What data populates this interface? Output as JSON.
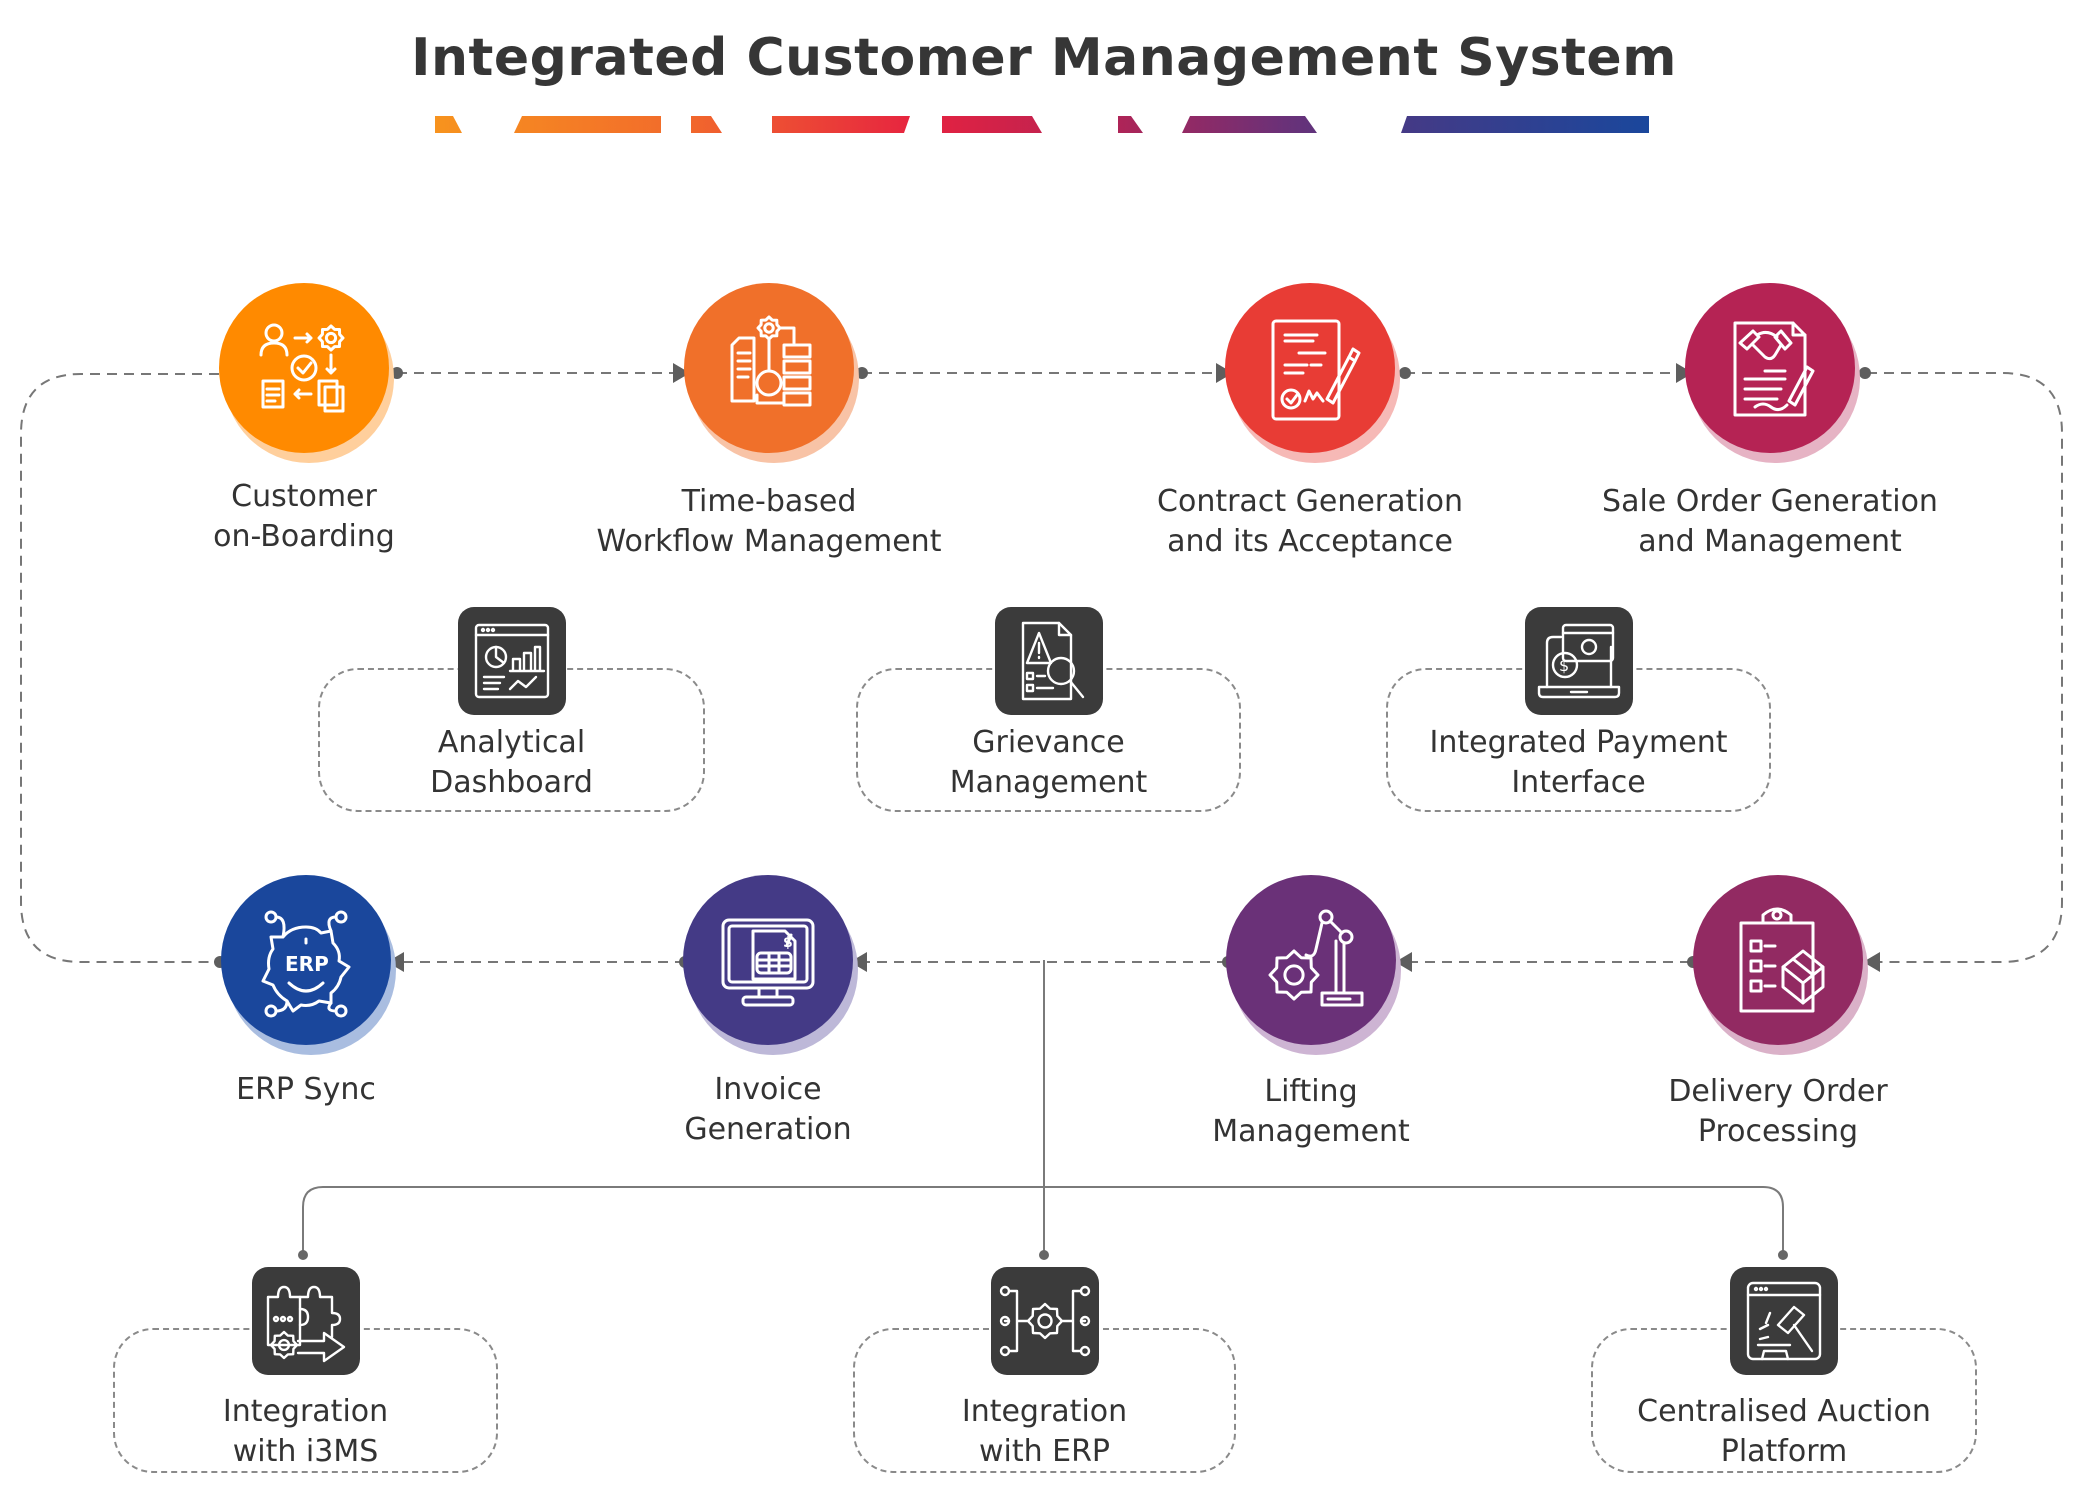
{
  "title": "Integrated Customer Management System",
  "title_bar_colors": [
    "#f7931e",
    "#f26b2b",
    "#e8334a",
    "#c0245d",
    "#8e2c6a",
    "#5a3580",
    "#1b4a9c"
  ],
  "process_nodes": [
    {
      "id": "customer-onboarding",
      "lines": [
        "Customer",
        "on-Boarding"
      ],
      "color": "#ff8a00",
      "shadow": "#ffcf9c",
      "icon": "onboarding-flow-icon"
    },
    {
      "id": "time-based-workflow",
      "lines": [
        "Time-based",
        "Workflow Management"
      ],
      "color": "#f0702a",
      "shadow": "#f8c3a6",
      "icon": "workflow-chart-icon"
    },
    {
      "id": "contract-generation",
      "lines": [
        "Contract Generation",
        "and its Acceptance"
      ],
      "color": "#e83c35",
      "shadow": "#f6b9b6",
      "icon": "signed-contract-icon"
    },
    {
      "id": "sale-order-generation",
      "lines": [
        "Sale Order Generation",
        "and Management"
      ],
      "color": "#b52354",
      "shadow": "#e6b3c4",
      "icon": "handshake-document-icon"
    },
    {
      "id": "delivery-order-processing",
      "lines": [
        "Delivery Order",
        "Processing"
      ],
      "color": "#922a62",
      "shadow": "#dab1c8",
      "icon": "clipboard-package-icon"
    },
    {
      "id": "lifting-management",
      "lines": [
        "Lifting",
        "Management"
      ],
      "color": "#6a3178",
      "shadow": "#cdb4d3",
      "icon": "robotic-arm-gear-icon"
    },
    {
      "id": "invoice-generation",
      "lines": [
        "Invoice",
        "Generation"
      ],
      "color": "#443a86",
      "shadow": "#bdb8d8",
      "icon": "monitor-invoice-icon"
    },
    {
      "id": "erp-sync",
      "lines": [
        "ERP Sync"
      ],
      "color": "#1a479c",
      "shadow": "#a9bde0",
      "icon": "erp-gear-icon"
    }
  ],
  "feature_boxes": [
    {
      "id": "analytical-dashboard",
      "lines": [
        "Analytical",
        "Dashboard"
      ],
      "icon": "dashboard-charts-icon"
    },
    {
      "id": "grievance-management",
      "lines": [
        "Grievance",
        "Management"
      ],
      "icon": "warning-document-search-icon"
    },
    {
      "id": "integrated-payment-interface",
      "lines": [
        "Integrated Payment",
        "Interface"
      ],
      "icon": "laptop-payment-icon"
    }
  ],
  "integration_boxes": [
    {
      "id": "integration-i3ms",
      "lines": [
        "Integration",
        "with i3MS"
      ],
      "icon": "puzzle-gear-arrow-icon"
    },
    {
      "id": "integration-erp",
      "lines": [
        "Integration",
        "with ERP"
      ],
      "icon": "gear-circuit-icon"
    },
    {
      "id": "centralised-auction",
      "lines": [
        "Centralised Auction",
        "Platform"
      ],
      "icon": "auction-gavel-screen-icon"
    }
  ],
  "connector_color": "#666666",
  "dash_color": "#8a8a8a",
  "dark_icon_color": "#3b3b3b"
}
